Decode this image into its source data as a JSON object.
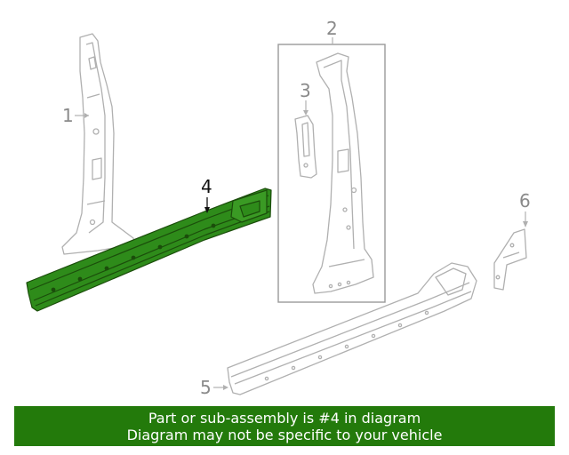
{
  "callouts": {
    "c1": "1",
    "c2": "2",
    "c3": "3",
    "c4": "4",
    "c5": "5",
    "c6": "6"
  },
  "highlight_part": "4",
  "colors": {
    "highlight_fill": "#2e8b1a",
    "highlight_stroke": "#1b4d0b",
    "line_art": "#b0b0b0",
    "banner_bg": "#237a0b",
    "banner_text": "#ffffff"
  },
  "banner": {
    "line1": "Part or sub-assembly is #4 in diagram",
    "line2": "Diagram may not be specific to your vehicle"
  }
}
